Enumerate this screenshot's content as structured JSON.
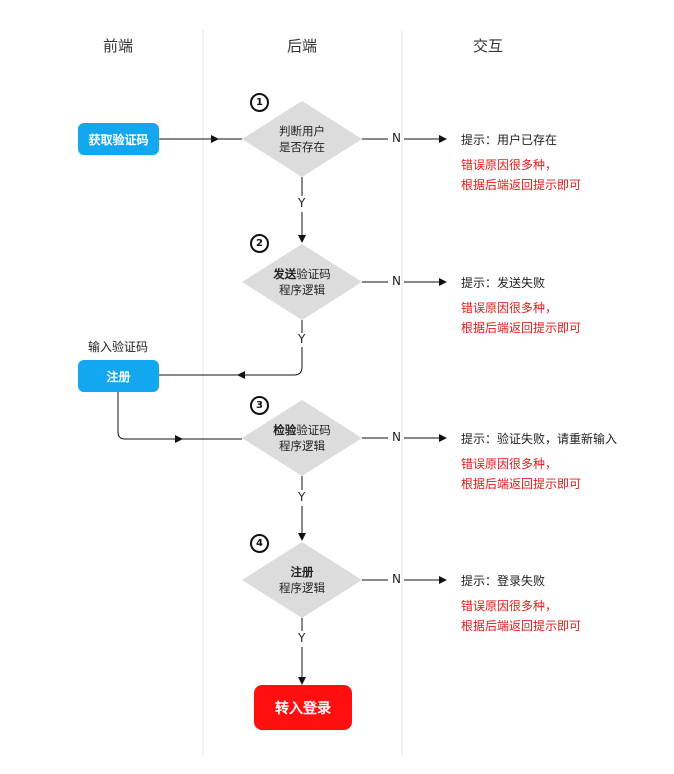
{
  "lanes": {
    "frontend": "前端",
    "backend": "后端",
    "interaction": "交互"
  },
  "frontend": {
    "get_code_button": "获取验证码",
    "input_code_label": "输入验证码",
    "register_button": "注册"
  },
  "steps": [
    {
      "number": "1",
      "line1_bold": "",
      "line1_rest": "判断用户",
      "line2": "是否存在",
      "no_label": "N",
      "yes_label": "Y",
      "prompt": "提示：用户已存在",
      "note1": "错误原因很多种，",
      "note2": "根据后端返回提示即可"
    },
    {
      "number": "2",
      "line1_bold": "发送",
      "line1_rest": "验证码",
      "line2": "程序逻辑",
      "no_label": "N",
      "yes_label": "Y",
      "prompt": "提示：发送失败",
      "note1": "错误原因很多种，",
      "note2": "根据后端返回提示即可"
    },
    {
      "number": "3",
      "line1_bold": "检验",
      "line1_rest": "验证码",
      "line2": "程序逻辑",
      "no_label": "N",
      "yes_label": "Y",
      "prompt": "提示：验证失败，请重新输入",
      "note1": "错误原因很多种，",
      "note2": "根据后端返回提示即可"
    },
    {
      "number": "4",
      "line1_bold": "注册",
      "line1_rest": "",
      "line2": "程序逻辑",
      "no_label": "N",
      "yes_label": "Y",
      "prompt": "提示：登录失败",
      "note1": "错误原因很多种，",
      "note2": "根据后端返回提示即可"
    }
  ],
  "end_button": "转入登录",
  "colors": {
    "blue_button": "#12a7ef",
    "red_button": "#ff0f0f",
    "red_text": "#e21a1a",
    "diamond": "#dcdcdc"
  }
}
